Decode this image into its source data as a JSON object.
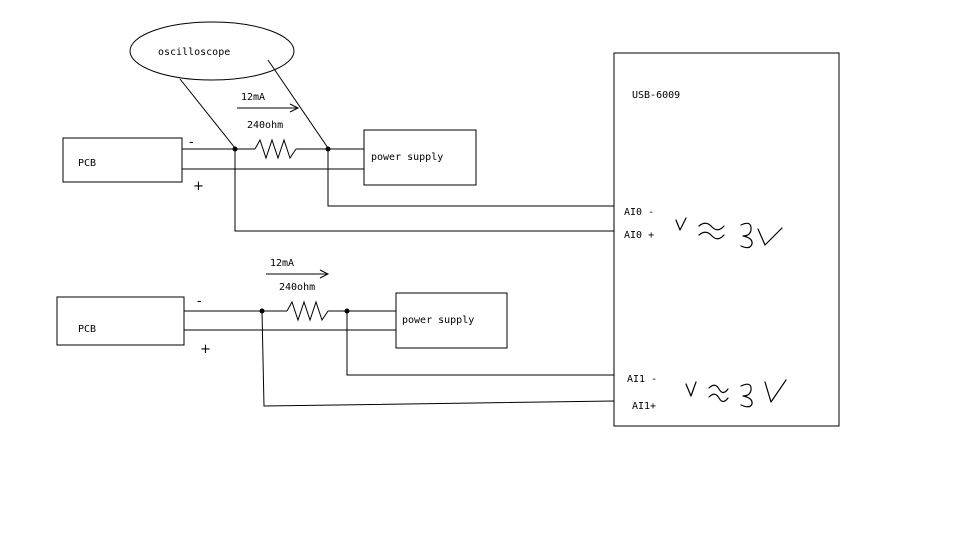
{
  "oscilloscope": {
    "label": "oscilloscope"
  },
  "daq": {
    "label": "USB-6009",
    "ai0_minus": "AI0 -",
    "ai0_plus": "AI0 +",
    "ai1_minus": "AI1 -",
    "ai1_plus": "AI1+"
  },
  "circuit_top": {
    "pcb": "PCB",
    "minus": "-",
    "plus": "+",
    "current": "12mA",
    "resistor": "240ohm",
    "supply": "power supply"
  },
  "circuit_bottom": {
    "pcb": "PCB",
    "minus": "-",
    "plus": "+",
    "current": "12mA",
    "resistor": "240ohm",
    "supply": "power supply"
  },
  "colors": {
    "ink": "#000000",
    "background": "#ffffff"
  }
}
